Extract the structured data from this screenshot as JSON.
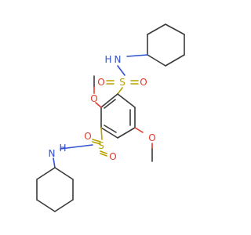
{
  "molecule": {
    "atoms": {
      "n_top": "N",
      "h_top": "H",
      "s_top": "S",
      "o_top_a": "O",
      "o_top_b": "O",
      "o_methoxy_2": "O",
      "o_methoxy_5": "O",
      "s_bottom": "S",
      "o_bottom_a": "O",
      "o_bottom_b": "O",
      "h_bottom": "H",
      "n_bottom": "N"
    },
    "colors": {
      "carbon_bond": "#3a3a3a",
      "nitrogen": "#3050d0",
      "oxygen": "#e03a2a",
      "sulfur": "#b8a100"
    }
  }
}
